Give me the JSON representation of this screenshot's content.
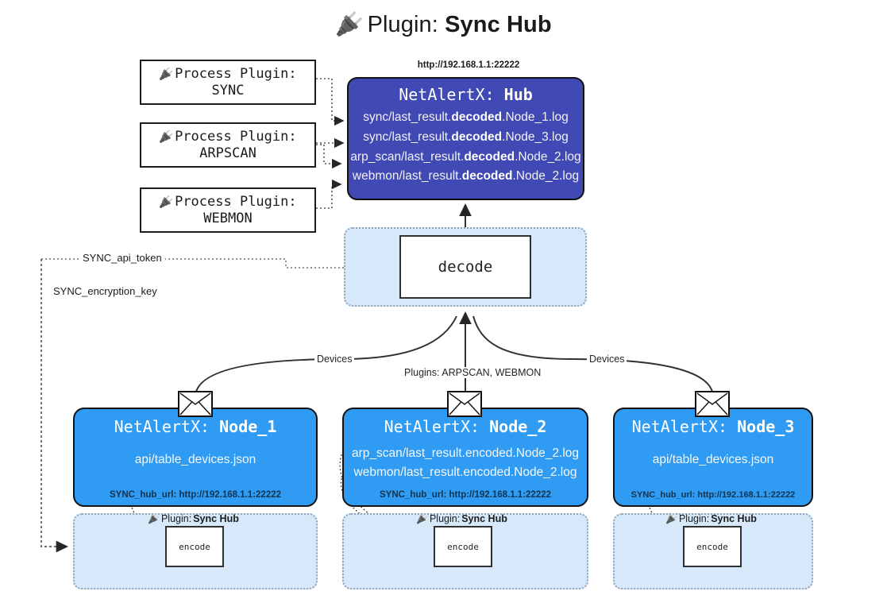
{
  "title": {
    "prefix": "Plugin:",
    "name": "Sync Hub",
    "icon": "plug-icon"
  },
  "process_plugins": [
    {
      "label": "Process Plugin:",
      "name": "SYNC"
    },
    {
      "label": "Process Plugin:",
      "name": "ARPSCAN"
    },
    {
      "label": "Process Plugin:",
      "name": "WEBMON"
    }
  ],
  "hub": {
    "url": "http://192.168.1.1:22222",
    "prefix": "NetAlertX:",
    "name": "Hub",
    "logs": [
      {
        "pre": "sync/last_result.",
        "mid": "decoded",
        "post": ".Node_1.log"
      },
      {
        "pre": "sync/last_result.",
        "mid": "decoded",
        "post": ".Node_3.log"
      },
      {
        "pre": "arp_scan/last_result.",
        "mid": "decoded",
        "post": ".Node_2.log"
      },
      {
        "pre": "webmon/last_result.",
        "mid": "decoded",
        "post": ".Node_2.log"
      }
    ]
  },
  "decode": {
    "label": "decode"
  },
  "keys": {
    "api_token": "SYNC_api_token",
    "encryption_key": "SYNC_encryption_key"
  },
  "edge_labels": {
    "devices_left": "Devices",
    "devices_right": "Devices",
    "plugins_center": "Plugins: ARPSCAN, WEBMON"
  },
  "nodes": [
    {
      "prefix": "NetAlertX:",
      "name": "Node_1",
      "lines": [
        "api/table_devices.json"
      ],
      "hub_url": "SYNC_hub_url: http://192.168.1.1:22222",
      "plugin_prefix": "Plugin:",
      "plugin_name": "Sync Hub",
      "encode_label": "encode"
    },
    {
      "prefix": "NetAlertX:",
      "name": "Node_2",
      "lines": [
        "arp_scan/last_result.encoded.Node_2.log",
        "webmon/last_result.encoded.Node_2.log"
      ],
      "hub_url": "SYNC_hub_url: http://192.168.1.1:22222",
      "plugin_prefix": "Plugin:",
      "plugin_name": "Sync Hub",
      "encode_label": "encode"
    },
    {
      "prefix": "NetAlertX:",
      "name": "Node_3",
      "lines": [
        "api/table_devices.json"
      ],
      "hub_url": "SYNC_hub_url: http://192.168.1.1:22222",
      "plugin_prefix": "Plugin:",
      "plugin_name": "Sync Hub",
      "encode_label": "encode"
    }
  ],
  "colors": {
    "hub_fill": "#4049b4",
    "node_fill": "#2f9bf2",
    "container_fill": "#d6e8fa",
    "stroke": "#121212"
  }
}
